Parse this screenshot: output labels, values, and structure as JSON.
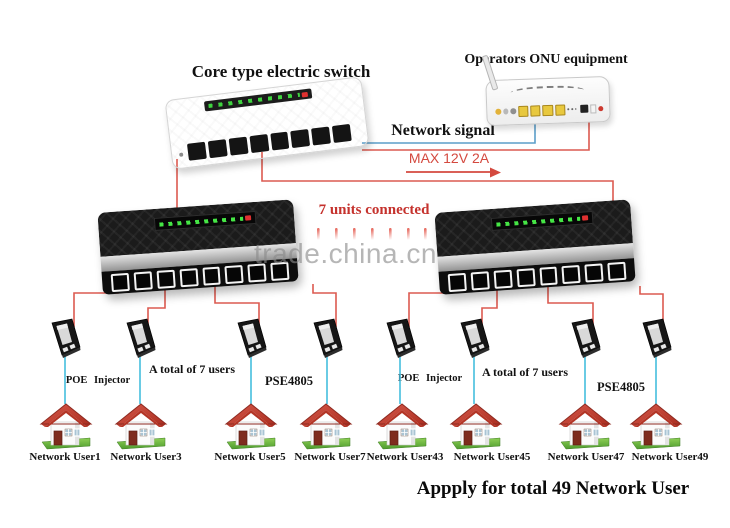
{
  "header": {
    "core_switch_title": "Core type electric switch",
    "onu_title": "Operators ONU equipment",
    "network_signal": "Network signal",
    "max_power": "MAX 12V 2A"
  },
  "middle": {
    "units_connected": "7 units connected",
    "watermark": "trade.china.cn"
  },
  "group_labels": {
    "poe_injector": "POE Injector",
    "total_users": "A total of 7 users",
    "pse_model": "PSE4805"
  },
  "users": [
    "Network User1",
    "Network User3",
    "Network User5",
    "Network User7",
    "Network User43",
    "Network User45",
    "Network User47",
    "Network User49"
  ],
  "footer": {
    "title": "Appply for total 49 Network User"
  },
  "colors": {
    "red_line": "#dc5a50",
    "blue_line": "#5b9ec9",
    "cyan_line": "#45bedd",
    "units_text_red": "#c5322d",
    "max_text_red": "#d4493f",
    "watermark_gray": "#8a8a8a",
    "led_green": "#3fd43f",
    "led_red": "#e03030",
    "roof_red": "#c0392b",
    "grass_green": "#6ab33e"
  }
}
